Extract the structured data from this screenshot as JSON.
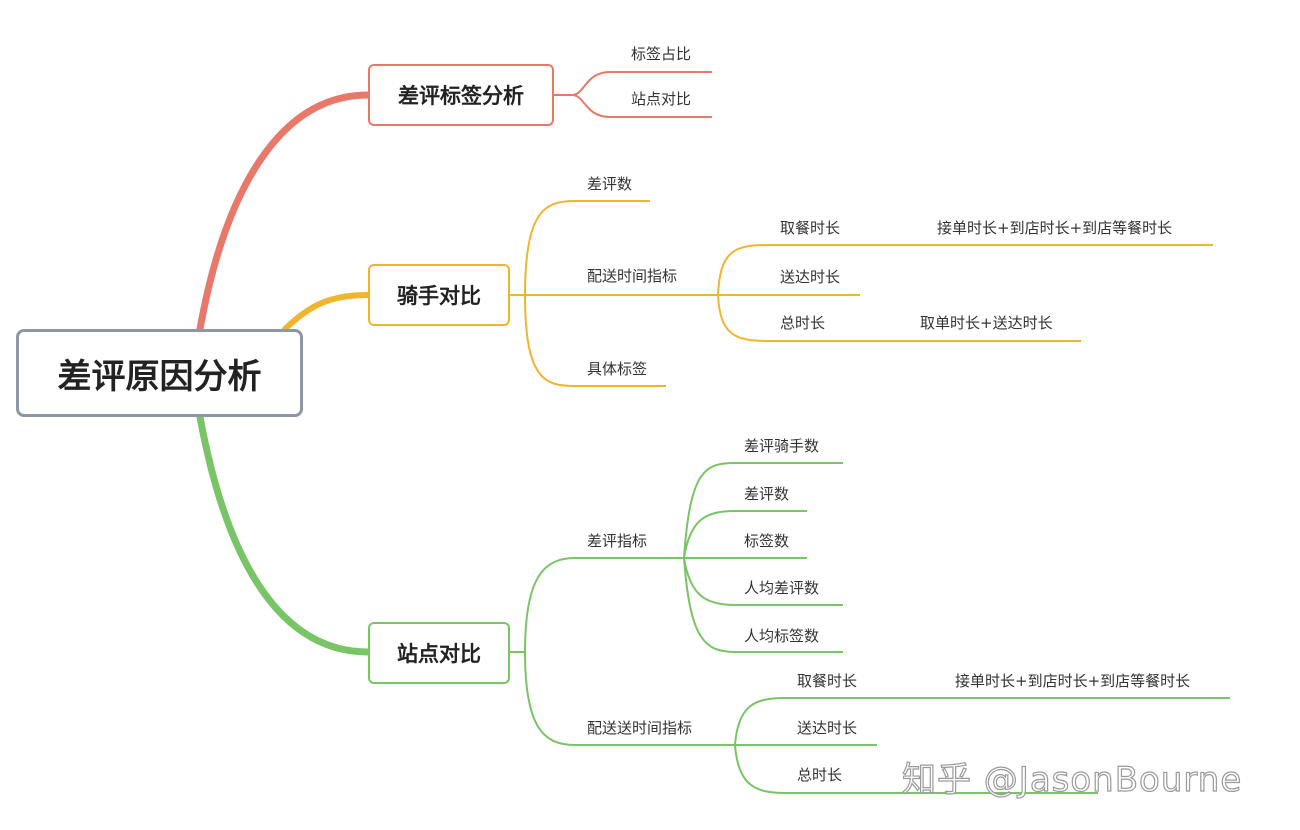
{
  "root": {
    "label": "差评原因分析"
  },
  "colors": {
    "red": "#e8786a",
    "yellow": "#f0b52e",
    "green": "#79c466",
    "root_border": "#8d97a5"
  },
  "branches": {
    "red": {
      "label": "差评标签分析",
      "children": [
        "标签占比",
        "站点对比"
      ]
    },
    "yellow": {
      "label": "骑手对比",
      "children": {
        "c1": "差评数",
        "c2": "配送时间指标",
        "c2_children": {
          "g1": "取餐时长",
          "g1_child": "接单时长+到店时长+到店等餐时长",
          "g2": "送达时长",
          "g3": "总时长",
          "g3_child": "取单时长+送达时长"
        },
        "c3": "具体标签"
      }
    },
    "green": {
      "label": "站点对比",
      "children": {
        "c1": "差评指标",
        "c1_children": [
          "差评骑手数",
          "差评数",
          "标签数",
          "人均差评数",
          "人均标签数"
        ],
        "c2": "配送送时间指标",
        "c2_children": {
          "g1": "取餐时长",
          "g1_child": "接单时长+到店时长+到店等餐时长",
          "g2": "送达时长",
          "g3": "总时长"
        }
      }
    }
  },
  "watermark": "知乎 @JasonBourne"
}
